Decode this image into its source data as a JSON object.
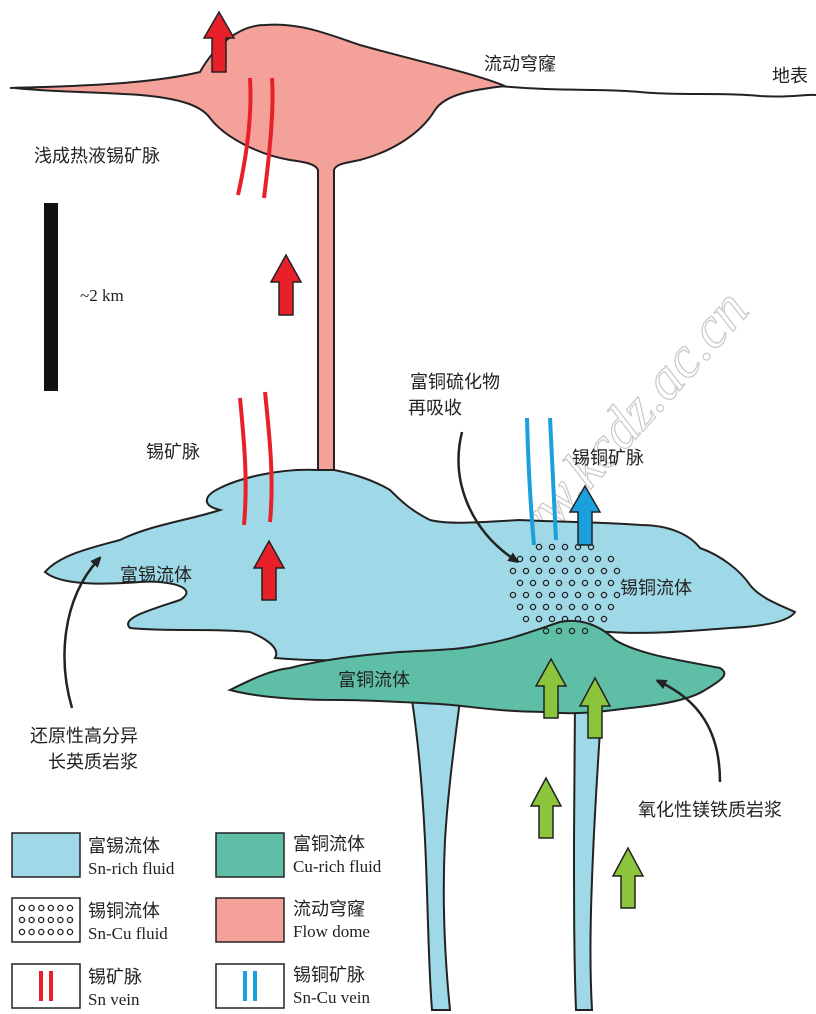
{
  "labels": {
    "flow_dome": "流动穹窿",
    "surface": "地表",
    "shallow_sn_vein": "浅成热液锡矿脉",
    "scale": "~2 km",
    "sn_vein": "锡矿脉",
    "cu_sulfide_reabsorb_1": "富铜硫化物",
    "cu_sulfide_reabsorb_2": "再吸收",
    "sn_cu_vein": "锡铜矿脉",
    "sn_rich_fluid": "富锡流体",
    "sn_cu_fluid": "锡铜流体",
    "cu_rich_fluid": "富铜流体",
    "reduced_magma_1": "还原性高分异",
    "reduced_magma_2": "长英质岩浆",
    "oxidized_magma": "氧化性镁铁质岩浆"
  },
  "watermark": "http://www.kcdz.ac.cn",
  "legend": [
    {
      "zh": "富锡流体",
      "en": "Sn-rich fluid",
      "swatch": "sn-fluid"
    },
    {
      "zh": "富铜流体",
      "en": "Cu-rich fluid",
      "swatch": "cu-fluid"
    },
    {
      "zh": "锡铜流体",
      "en": "Sn-Cu fluid",
      "swatch": "dots"
    },
    {
      "zh": "流动穹窿",
      "en": "Flow dome",
      "swatch": "dome"
    },
    {
      "zh": "锡矿脉",
      "en": "Sn vein",
      "swatch": "red-vein"
    },
    {
      "zh": "锡铜矿脉",
      "en": "Sn-Cu vein",
      "swatch": "blue-vein"
    }
  ],
  "colors": {
    "sn_fluid": "#9fd8e6",
    "cu_fluid": "#5fbfa6",
    "dome": "#f4a19a",
    "red": "#e8202a",
    "blue": "#1aa0dc",
    "green_arrow": "#8cc43c",
    "outline": "#222222"
  }
}
